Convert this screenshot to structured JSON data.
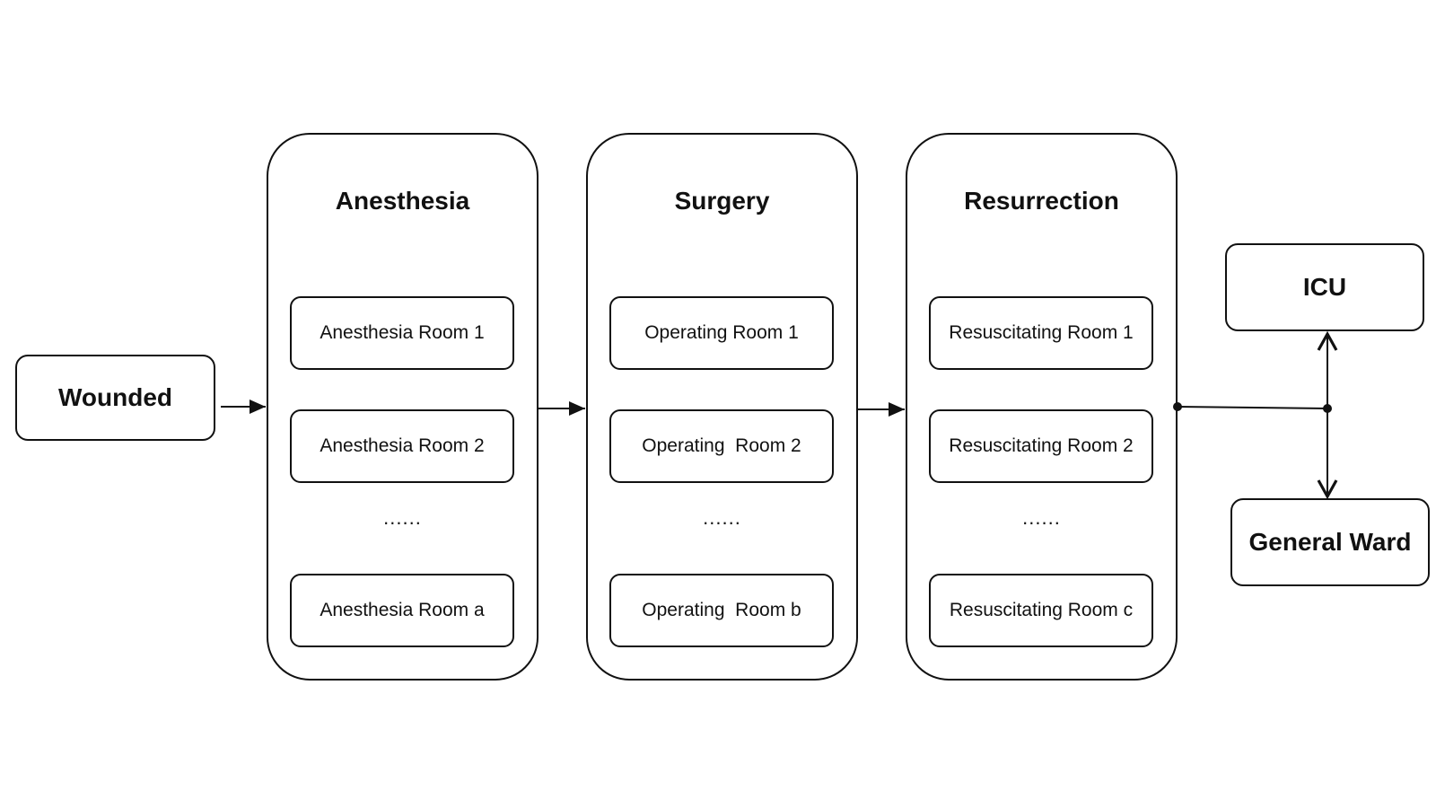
{
  "source": {
    "label": "Wounded"
  },
  "stages": [
    {
      "title": "Anesthesia",
      "rooms": [
        "Anesthesia Room 1",
        "Anesthesia Room 2",
        "Anesthesia Room a"
      ],
      "ellipsis": "......"
    },
    {
      "title": "Surgery",
      "rooms": [
        "Operating Room 1",
        "Operating  Room 2",
        "Operating  Room b"
      ],
      "ellipsis": "......"
    },
    {
      "title": "Resurrection",
      "rooms": [
        "Resuscitating Room 1",
        "Resuscitating Room 2",
        "Resuscitating Room c"
      ],
      "ellipsis": "......"
    }
  ],
  "destinations": {
    "icu": "ICU",
    "general_ward": "General Ward"
  }
}
